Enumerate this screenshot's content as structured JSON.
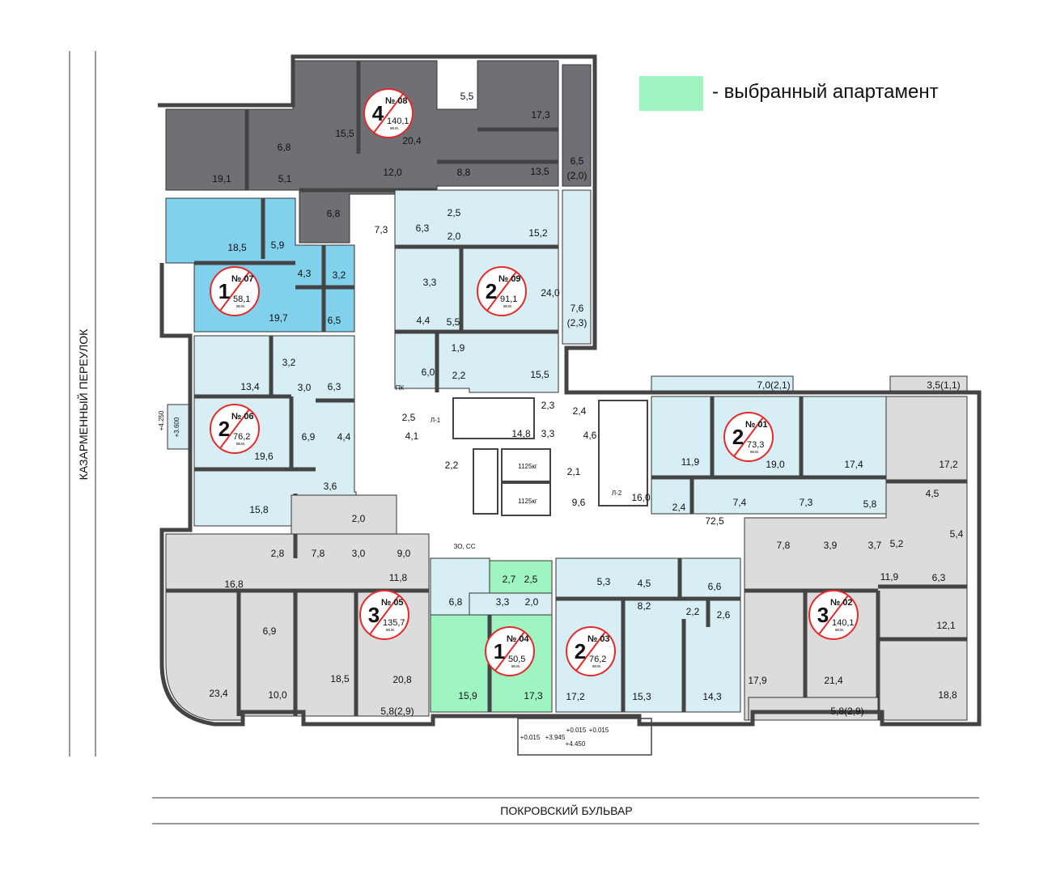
{
  "colors": {
    "selected": "#9ff5c1",
    "light_blue": "#d7eef4",
    "blue": "#81d1ec",
    "dark_gray": "#6e7075",
    "light_gray": "#dcdcdc",
    "core": "#ffffff",
    "badge_red": "#e52a2a"
  },
  "legend": {
    "text": "- выбранный апартамент"
  },
  "streets": {
    "left": "КАЗАРМЕННЫЙ ПЕРЕУЛОК",
    "bottom": "ПОКРОВСКИЙ БУЛЬВАР"
  },
  "apartments": [
    {
      "id": "08",
      "rooms": "4",
      "no": "№ 08",
      "area": "140,1",
      "unit": "кв.м.",
      "tone": "dark_gray"
    },
    {
      "id": "09",
      "rooms": "2",
      "no": "№ 09",
      "area": "91,1",
      "unit": "кв.м.",
      "tone": "light_blue"
    },
    {
      "id": "07",
      "rooms": "1",
      "no": "№ 07",
      "area": "58,1",
      "unit": "кв.м.",
      "tone": "blue"
    },
    {
      "id": "06",
      "rooms": "2",
      "no": "№ 06",
      "area": "76,2",
      "unit": "кв.м.",
      "tone": "light_blue"
    },
    {
      "id": "01",
      "rooms": "2",
      "no": "№ 01",
      "area": "73,3",
      "unit": "кв.м.",
      "tone": "light_blue"
    },
    {
      "id": "05",
      "rooms": "3",
      "no": "№ 05",
      "area": "135,7",
      "unit": "кв.м.",
      "tone": "light_gray"
    },
    {
      "id": "04",
      "rooms": "1",
      "no": "№ 04",
      "area": "50,5",
      "unit": "кв.м.",
      "tone": "selected",
      "selected": true
    },
    {
      "id": "03",
      "rooms": "2",
      "no": "№ 03",
      "area": "76,2",
      "unit": "кв.м.",
      "tone": "light_blue"
    },
    {
      "id": "02",
      "rooms": "3",
      "no": "№ 02",
      "area": "140,1",
      "unit": "кв.м.",
      "tone": "light_gray"
    }
  ],
  "room_labels": [
    "6,8",
    "15,5",
    "20,4",
    "5,5",
    "17,3",
    "19,1",
    "5,1",
    "12,0",
    "8,8",
    "13,5",
    "6,5",
    "(2,0)",
    "6,8",
    "7,3",
    "18,5",
    "5,9",
    "4,3",
    "3,2",
    "19,7",
    "6,5",
    "6,3",
    "2,5",
    "15,2",
    "2,0",
    "3,3",
    "24,0",
    "7,6",
    "(2,3)",
    "4,4",
    "5,5",
    "1,9",
    "6,0",
    "2,2",
    "15,5",
    "3,2",
    "13,4",
    "3,0",
    "6,3",
    "6,9",
    "4,4",
    "19,6",
    "3,6",
    "15,8",
    "7,0(2,1)",
    "3,5(1,1)",
    "11,9",
    "19,0",
    "17,4",
    "17,2",
    "4,5",
    "2,4",
    "7,4",
    "7,3",
    "5,8",
    "5,4",
    "2,3",
    "2,4",
    "2,5",
    "4,1",
    "14,8",
    "3,3",
    "4,6",
    "2,2",
    "2,1",
    "9,6",
    "16,0",
    "1125кг",
    "1125кг",
    "Л-1",
    "Л-2",
    "ПК",
    "ЗО, СС",
    "72,5",
    "7,8",
    "3,9",
    "3,7",
    "5,2",
    "6,3",
    "11,9",
    "12,1",
    "18,8",
    "17,9",
    "21,4",
    "5,8(2,9)",
    "2,0",
    "2,8",
    "7,8",
    "3,0",
    "9,0",
    "16,8",
    "11,8",
    "6,9",
    "23,4",
    "10,0",
    "18,5",
    "20,8",
    "5,8(2,9)",
    "2,7",
    "2,5",
    "6,8",
    "3,3",
    "2,0",
    "15,9",
    "17,3",
    "5,3",
    "4,5",
    "6,6",
    "8,2",
    "2,2",
    "2,6",
    "17,2",
    "15,3",
    "14,3",
    "+4.250",
    "+3.600",
    "+3.945",
    "+4.450",
    "+0.015",
    "+0.015",
    "+0.015"
  ]
}
